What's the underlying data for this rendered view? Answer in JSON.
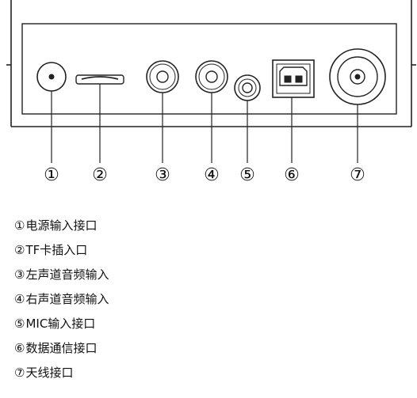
{
  "ports": [
    {
      "number": "①",
      "name": "电源输入接口"
    },
    {
      "number": "②",
      "name": "TF卡插入口"
    },
    {
      "number": "③",
      "name": "左声道音频输入"
    },
    {
      "number": "④",
      "name": "右声道音频输入"
    },
    {
      "number": "⑤",
      "name": "MIC输入接口"
    },
    {
      "number": "⑥",
      "name": "数据通信接口"
    },
    {
      "number": "⑦",
      "name": "天线接口"
    }
  ],
  "colors": {
    "line": "#222222",
    "panel_fill": "#ffffff",
    "background": "#ffffff"
  }
}
